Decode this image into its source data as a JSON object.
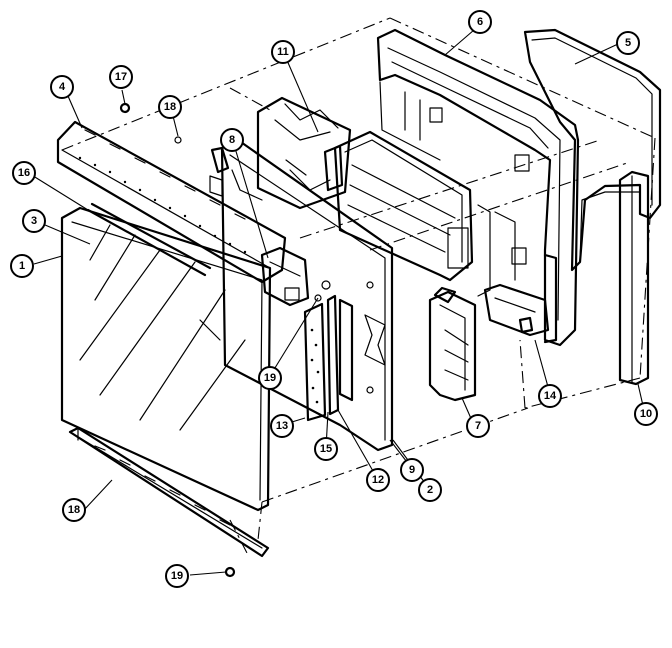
{
  "callouts": [
    {
      "id": "c1",
      "label": "1"
    },
    {
      "id": "c2",
      "label": "2"
    },
    {
      "id": "c3",
      "label": "3"
    },
    {
      "id": "c4",
      "label": "4"
    },
    {
      "id": "c5",
      "label": "5"
    },
    {
      "id": "c6",
      "label": "6"
    },
    {
      "id": "c7",
      "label": "7"
    },
    {
      "id": "c8",
      "label": "8"
    },
    {
      "id": "c9",
      "label": "9"
    },
    {
      "id": "c10",
      "label": "10"
    },
    {
      "id": "c11",
      "label": "11"
    },
    {
      "id": "c12",
      "label": "12"
    },
    {
      "id": "c13",
      "label": "13"
    },
    {
      "id": "c14",
      "label": "14"
    },
    {
      "id": "c15",
      "label": "15"
    },
    {
      "id": "c16",
      "label": "16"
    },
    {
      "id": "c17",
      "label": "17"
    },
    {
      "id": "c18a",
      "label": "18"
    },
    {
      "id": "c18b",
      "label": "18"
    },
    {
      "id": "c19a",
      "label": "19"
    },
    {
      "id": "c19b",
      "label": "19"
    }
  ]
}
